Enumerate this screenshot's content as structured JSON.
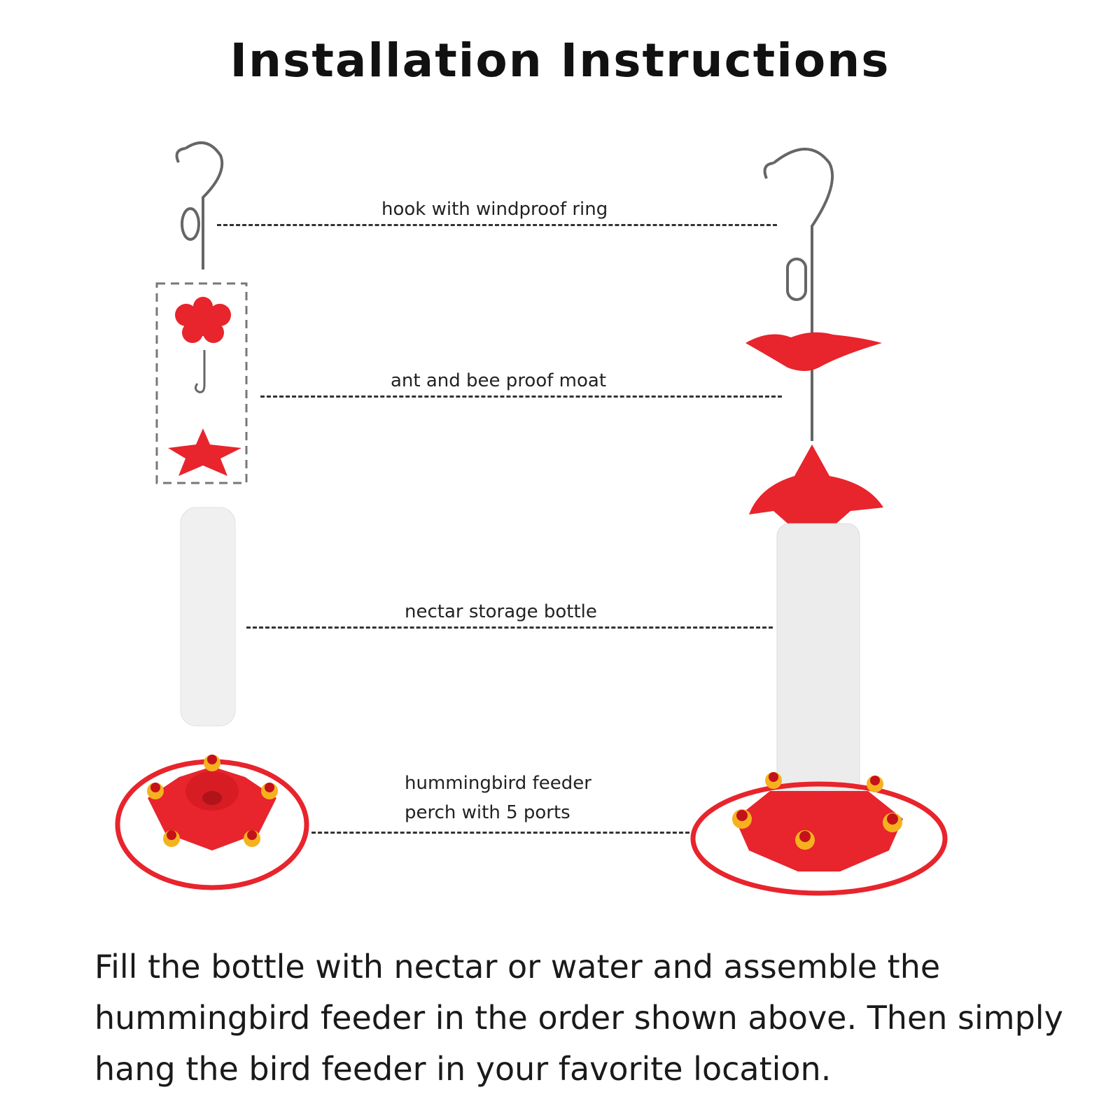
{
  "title": "Installation Instructions",
  "parts": [
    {
      "label": "hook with windproof ring"
    },
    {
      "label": "ant and bee proof moat"
    },
    {
      "label": "nectar storage bottle"
    },
    {
      "label_line1": "hummingbird feeder",
      "label_line2": "perch with 5 ports"
    }
  ],
  "footer": "Fill the bottle with nectar or water and assemble the hummingbird feeder in the order shown above. Then simply hang the bird feeder in your favorite location.",
  "colors": {
    "red": "#e8242c",
    "yellow": "#f5b21e",
    "bottle": "#eeeeee",
    "metal": "#666666"
  }
}
